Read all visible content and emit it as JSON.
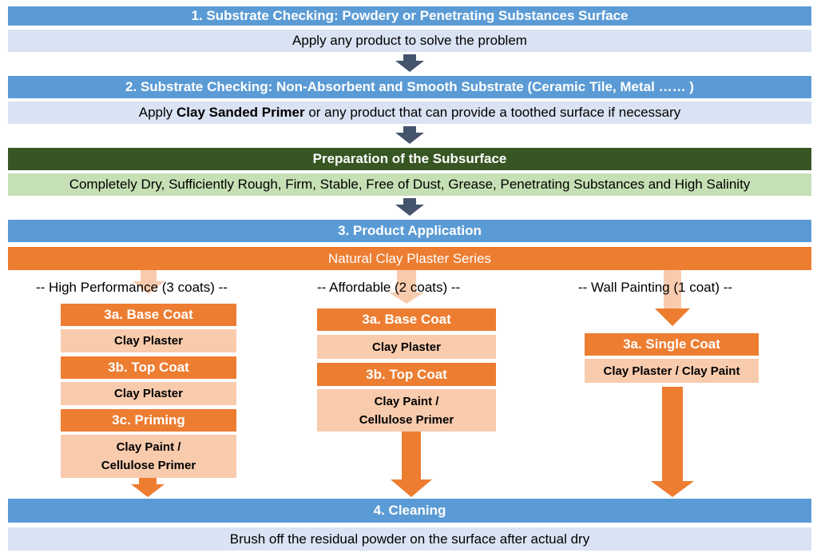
{
  "step1": {
    "title": "1. Substrate Checking: Powdery or Penetrating Substances Surface",
    "desc": "Apply any product to solve the problem"
  },
  "step2": {
    "title": "2. Substrate Checking: Non-Absorbent and Smooth Substrate (Ceramic Tile, Metal …… )",
    "desc_pre": "Apply ",
    "desc_bold": "Clay Sanded Primer",
    "desc_post": " or any product that can provide a toothed surface if necessary"
  },
  "prep": {
    "title": "Preparation of the Subsurface",
    "desc": "Completely Dry, Sufficiently Rough, Firm, Stable, Free of Dust, Grease, Penetrating Substances and High Salinity"
  },
  "step3": {
    "title": "3. Product Application",
    "series": "Natural Clay Plaster Series"
  },
  "columns": {
    "high": {
      "label": "-- High Performance (3 coats) --",
      "base_title": "3a. Base Coat",
      "base_product": "Clay Plaster",
      "top_title": "3b. Top Coat",
      "top_product": "Clay Plaster",
      "prime_title": "3c. Priming",
      "prime_product": "Clay Paint /\nCellulose Primer"
    },
    "affordable": {
      "label": "-- Affordable (2 coats) --",
      "base_title": "3a. Base Coat",
      "base_product": "Clay Plaster",
      "top_title": "3b. Top Coat",
      "top_product": "Clay Paint /\nCellulose Primer"
    },
    "wall": {
      "label": "-- Wall Painting (1 coat) --",
      "single_title": "3a. Single Coat",
      "single_product": "Clay Plaster / Clay Paint"
    }
  },
  "step4": {
    "title": "4. Cleaning",
    "desc": "Brush off the residual powder on the surface after actual dry"
  },
  "colors": {
    "blue_header": "#5b9bd5",
    "blue_light": "#dae3f3",
    "green_header": "#375623",
    "green_light": "#c5e0b4",
    "orange": "#ed7d31",
    "orange_light": "#f8cbad",
    "arrow_dark": "#44546a"
  }
}
